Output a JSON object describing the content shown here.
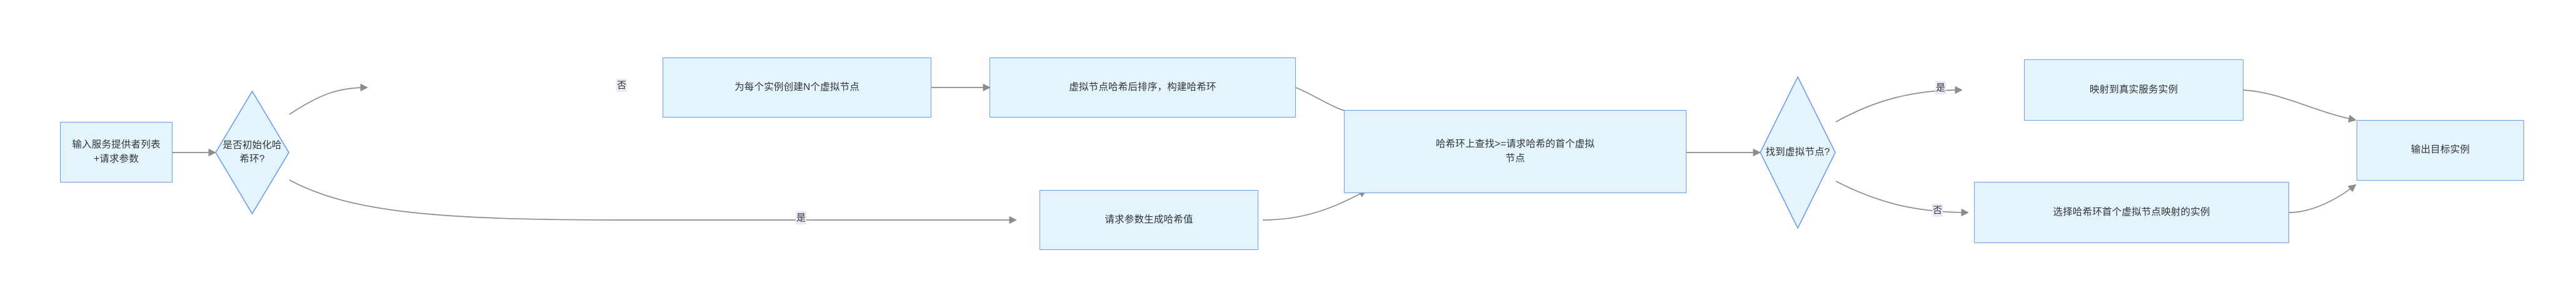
{
  "diagram": {
    "title": "Consistent hashing load balancer flowchart",
    "type": "flowchart",
    "direction": "left-to-right",
    "colors": {
      "node_fill": "#e3f4fd",
      "node_border": "#6c9bf5",
      "node_text": "#333333",
      "edge_stroke": "#888888",
      "edge_label_bg": "#ece9f6",
      "background": "#ffffff"
    },
    "nodes": [
      {
        "id": "input",
        "shape": "rect",
        "label": "输入服务提供者列表+请求参数"
      },
      {
        "id": "initq",
        "shape": "diamond",
        "label": "是否初始化哈希环?"
      },
      {
        "id": "createvn",
        "shape": "rect",
        "label": "为每个实例创建N个虚拟节点"
      },
      {
        "id": "buildring",
        "shape": "rect",
        "label": "虚拟节点哈希后排序，构建哈希环"
      },
      {
        "id": "reqhash",
        "shape": "rect",
        "label": "请求参数生成哈希值"
      },
      {
        "id": "lookup",
        "shape": "rect",
        "label": "哈希环上查找>=请求哈希的首个虚拟\n节点"
      },
      {
        "id": "foundq",
        "shape": "diamond",
        "label": "找到虚拟节点?"
      },
      {
        "id": "mapreal",
        "shape": "rect",
        "label": "映射到真实服务实例"
      },
      {
        "id": "wraparound",
        "shape": "rect",
        "label": "选择哈希环首个虚拟节点映射的实例"
      },
      {
        "id": "output",
        "shape": "rect",
        "label": "输出目标实例"
      }
    ],
    "edges": [
      {
        "from": "input",
        "to": "initq",
        "label": ""
      },
      {
        "from": "initq",
        "to": "createvn",
        "label": "否"
      },
      {
        "from": "createvn",
        "to": "buildring",
        "label": ""
      },
      {
        "from": "buildring",
        "to": "lookup",
        "label": ""
      },
      {
        "from": "initq",
        "to": "reqhash",
        "label": "是"
      },
      {
        "from": "reqhash",
        "to": "lookup",
        "label": ""
      },
      {
        "from": "lookup",
        "to": "foundq",
        "label": ""
      },
      {
        "from": "foundq",
        "to": "mapreal",
        "label": "是"
      },
      {
        "from": "foundq",
        "to": "wraparound",
        "label": "否"
      },
      {
        "from": "mapreal",
        "to": "output",
        "label": ""
      },
      {
        "from": "wraparound",
        "to": "output",
        "label": ""
      }
    ],
    "edge_labels": {
      "initq_no": "否",
      "initq_yes": "是",
      "foundq_yes": "是",
      "foundq_no": "否"
    }
  }
}
